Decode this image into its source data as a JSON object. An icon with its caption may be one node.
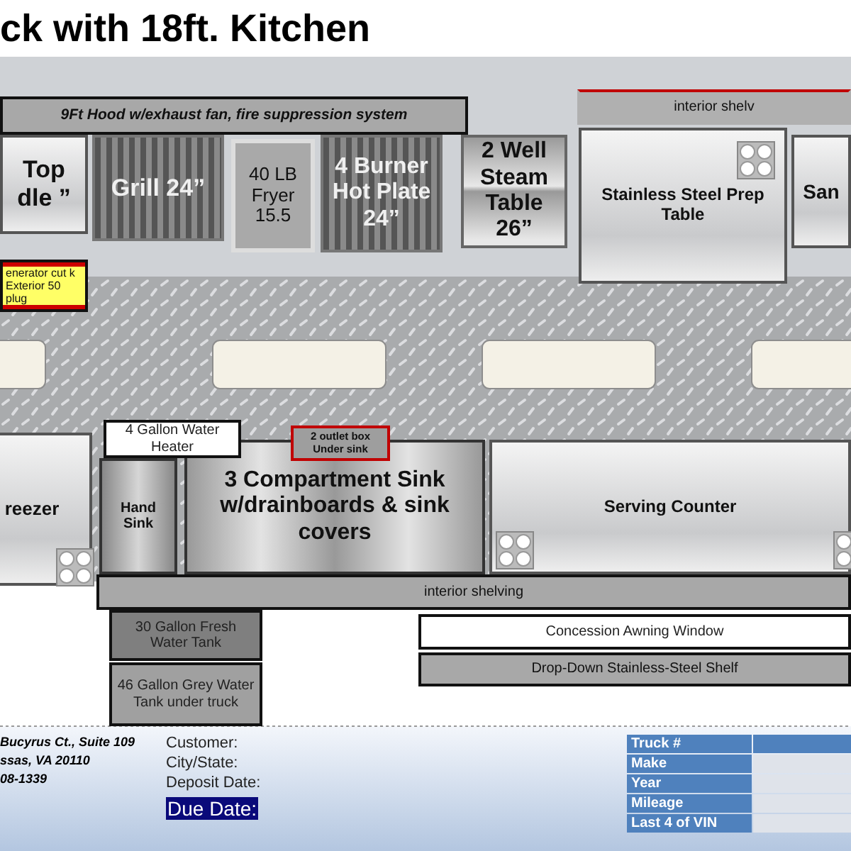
{
  "diagram": {
    "title": "ck with 18ft. Kitchen",
    "nodes": [
      {
        "text": [
          "9Ft Hood w/exhaust fan, fire suppression system"
        ]
      },
      {
        "text": [
          "interior shelv"
        ]
      },
      {
        "text": [
          "Top dle ”"
        ]
      },
      {
        "text": [
          "Grill 24”"
        ]
      },
      {
        "text": [
          "40 LB Fryer 15.5"
        ]
      },
      {
        "text": [
          "4 Burner Hot Plate 24”"
        ]
      },
      {
        "text": [
          "2 Well Steam Table 26”"
        ]
      },
      {
        "text": [
          "Stainless Steel Prep Table"
        ]
      },
      {
        "text": [
          "San"
        ]
      },
      {
        "text": [
          "enerator cut k Exterior 50 plug"
        ]
      },
      {
        "text": [
          "reezer"
        ]
      },
      {
        "text": [
          "4 Gallon Water Heater"
        ]
      },
      {
        "text": [
          "Hand Sink"
        ]
      },
      {
        "text": [
          "2 outlet box Under sink"
        ]
      },
      {
        "text": [
          "3 Compartment Sink w/drainboards & sink covers"
        ]
      },
      {
        "text": [
          "Serving Counter"
        ]
      },
      {
        "text": [
          "interior shelving"
        ]
      },
      {
        "text": [
          "Concession Awning Window"
        ]
      },
      {
        "text": [
          "Drop-Down Stainless-Steel Shelf"
        ]
      },
      {
        "text": [
          "30 Gallon Fresh Water Tank"
        ]
      },
      {
        "text": [
          "46 Gallon Grey Water Tank under truck"
        ]
      }
    ],
    "labels": [
      "Bucyrus Ct., Suite 109",
      "ssas, VA 20110",
      "08-1339",
      "Customer:",
      "City/State:",
      "Deposit Date:",
      "Due Date:",
      "Truck #",
      "Make",
      "Year",
      "Mileage",
      "Last 4 of VIN"
    ]
  }
}
